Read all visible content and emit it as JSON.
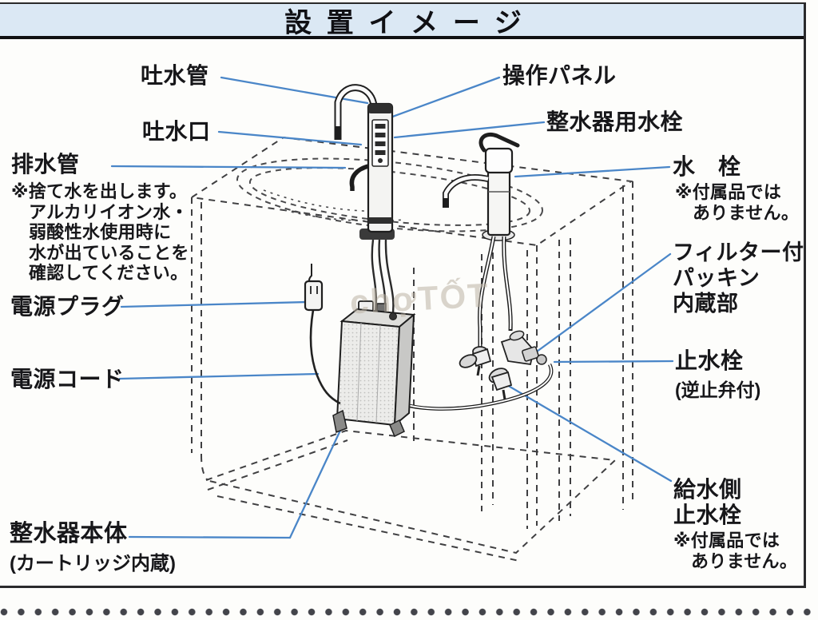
{
  "title": "設置イメージ",
  "watermark": "chợTỐT",
  "colors": {
    "leader_line": "#4a86c8",
    "header_bg": "#dbe8f4",
    "frame": "#2a2a2c",
    "text": "#17171a"
  },
  "labels": {
    "spout_pipe": "吐水管",
    "spout_outlet": "吐水口",
    "control_panel": "操作パネル",
    "purifier_faucet": "整水器用水栓",
    "drain_pipe": "排水管",
    "drain_pipe_note": "※捨て水を出します。\nアルカリイオン水・\n弱酸性水使用時に\n水が出ていることを\n確認してください。",
    "faucet": "水　栓",
    "faucet_note": "※付属品では\nありません。",
    "filter_packing": "フィルター付\nパッキン\n内蔵部",
    "stop_valve": "止水栓",
    "stop_valve_sub": "(逆止弁付)",
    "power_plug": "電源プラグ",
    "power_cord": "電源コード",
    "supply_valve": "給水側\n止水栓",
    "supply_valve_note": "※付属品では\nありません。",
    "purifier_body": "整水器本体",
    "purifier_body_sub": "(カートリッジ内蔵)"
  }
}
